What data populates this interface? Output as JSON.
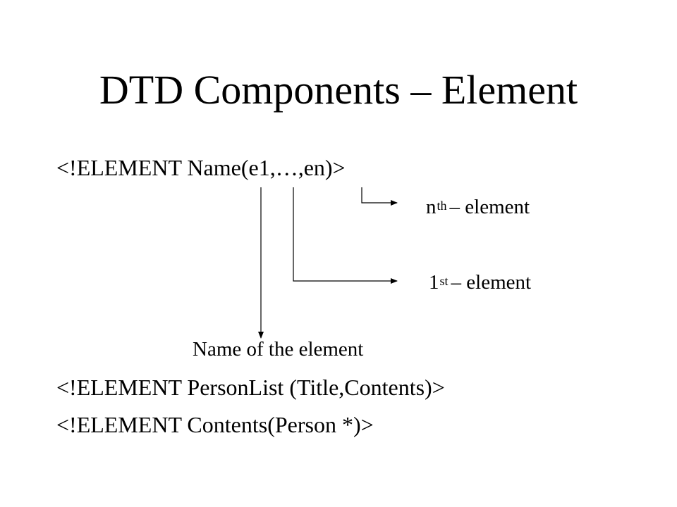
{
  "slide": {
    "title": "DTD Components – Element",
    "declaration": "<!ELEMENT Name(e1,…,en)>",
    "annotations": {
      "nth": {
        "base": "n",
        "sup": "th",
        "rest": "– element"
      },
      "first": {
        "base": "1",
        "sup": "st",
        "rest": "– element"
      },
      "name": "Name of the element"
    },
    "examples": [
      "<!ELEMENT PersonList (Title,Contents)>",
      "<!ELEMENT Contents(Person *)>"
    ]
  }
}
